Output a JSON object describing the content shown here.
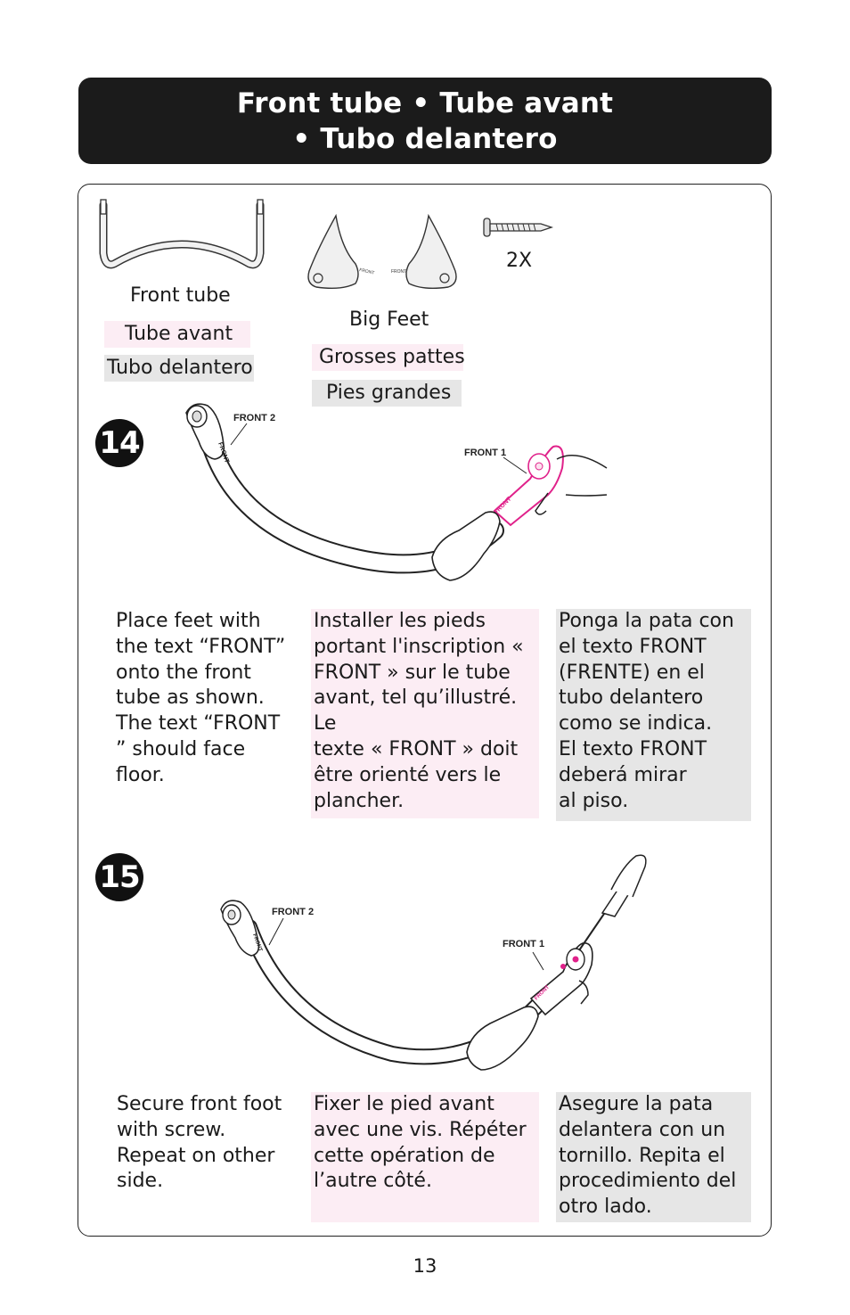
{
  "header": {
    "title_line1": "Front tube  •  Tube avant",
    "title_line2": "•  Tubo delantero"
  },
  "parts": {
    "front_tube": {
      "en": "Front tube",
      "fr": "Tube avant",
      "es": "Tubo delantero"
    },
    "big_feet": {
      "en": "Big Feet",
      "fr": "Grosses pattes",
      "es": "Pies grandes"
    },
    "screw_qty": "2X"
  },
  "steps": [
    {
      "number": "14",
      "callout_front2": "FRONT 2",
      "callout_front1": "FRONT 1",
      "en_lines": [
        "Place feet with",
        "the text “FRONT”",
        "onto the front",
        "tube as shown.",
        "The text “FRONT",
        "” should face",
        "floor."
      ],
      "fr_lines": [
        "Installer les pieds",
        "portant l'inscription «",
        "FRONT » sur le tube",
        "avant, tel qu’illustré. Le",
        "texte « FRONT » doit",
        "être orienté vers le",
        "plancher."
      ],
      "es_lines": [
        "Ponga la pata con",
        "el texto FRONT",
        "(FRENTE) en el",
        "tubo delantero",
        "como se indica.",
        "El texto FRONT",
        "deberá mirar",
        "al piso."
      ]
    },
    {
      "number": "15",
      "callout_front2": "FRONT 2",
      "callout_front1": "FRONT 1",
      "en_lines": [
        "Secure front foot",
        "with screw.",
        "Repeat on other",
        "side."
      ],
      "fr_lines": [
        "Fixer le pied avant",
        "avec une vis. Répéter",
        "cette opération de",
        "l’autre côté."
      ],
      "es_lines": [
        "Asegure la pata",
        "delantera con un",
        "tornillo. Repita el",
        "procedimiento del",
        "otro lado."
      ]
    }
  ],
  "foot_marking": "FRONT",
  "page_number": "13",
  "colors": {
    "header_bg": "#1b1b1b",
    "french_bg": "#fcedf4",
    "spanish_bg": "#e6e6e6",
    "highlight": "#e0218a"
  },
  "icons": [
    "front-tube-illustration",
    "big-feet-illustration",
    "screw-icon",
    "hand-illustration",
    "screwdriver-illustration"
  ]
}
